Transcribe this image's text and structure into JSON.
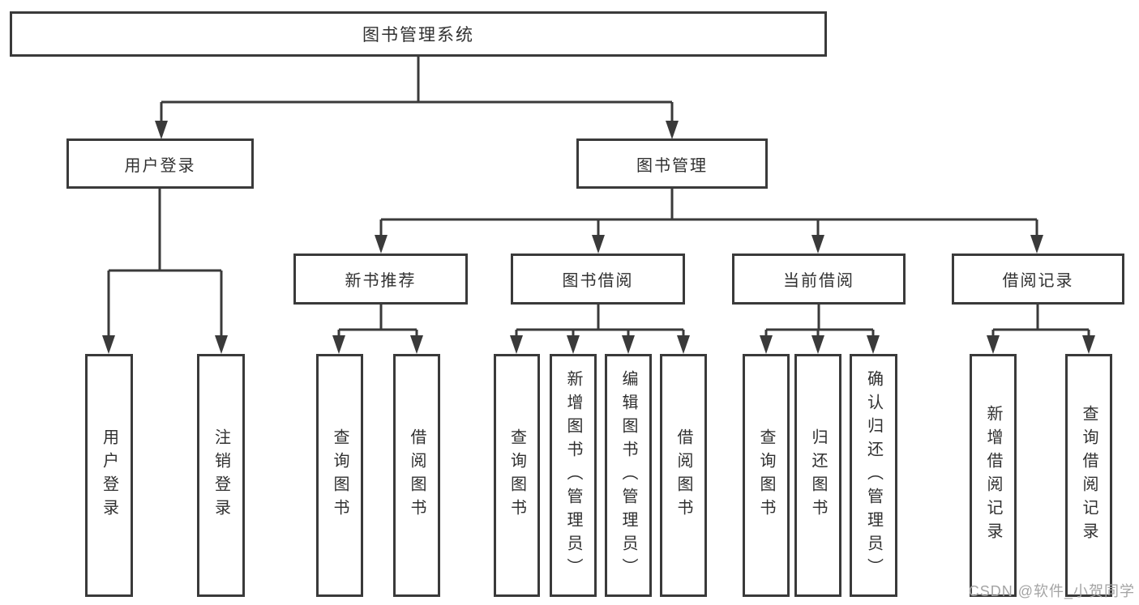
{
  "diagram": {
    "root": {
      "label": "图书管理系统"
    },
    "branches": [
      {
        "label": "用户登录",
        "children": [
          {
            "label": "用户登录"
          },
          {
            "label": "注销登录"
          }
        ]
      },
      {
        "label": "图书管理",
        "children": [
          {
            "label": "新书推荐",
            "children": [
              {
                "label": "查询图书"
              },
              {
                "label": "借阅图书"
              }
            ]
          },
          {
            "label": "图书借阅",
            "children": [
              {
                "label": "查询图书"
              },
              {
                "label": "新增图书（管理员）"
              },
              {
                "label": "编辑图书（管理员）"
              },
              {
                "label": "借阅图书"
              }
            ]
          },
          {
            "label": "当前借阅",
            "children": [
              {
                "label": "查询图书"
              },
              {
                "label": "归还图书"
              },
              {
                "label": "确认归还（管理员）"
              }
            ]
          },
          {
            "label": "借阅记录",
            "children": [
              {
                "label": "新增借阅记录"
              },
              {
                "label": "查询借阅记录"
              }
            ]
          }
        ]
      }
    ]
  },
  "watermark": {
    "text": "CSDN @软件_小贺同学"
  },
  "colors": {
    "line": "#3a3a3a",
    "text": "#303030",
    "watermark": "#a4a4a4",
    "background": "#ffffff"
  }
}
